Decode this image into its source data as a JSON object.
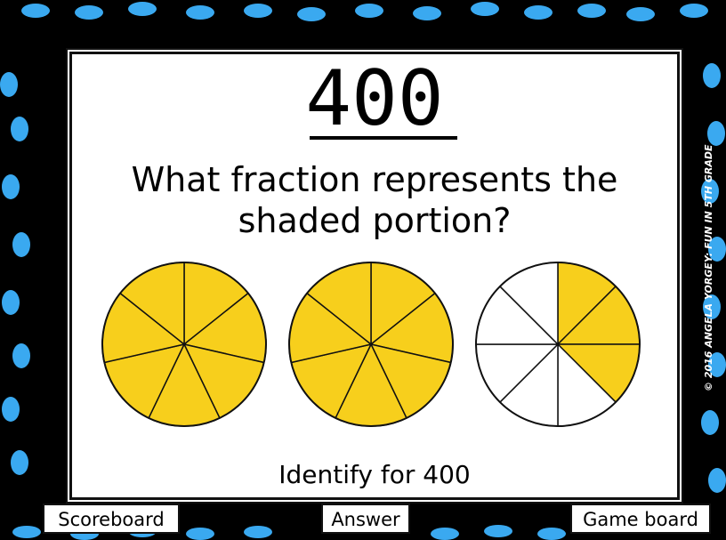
{
  "game": {
    "points": "400",
    "question": "What fraction represents the shaded portion?",
    "footer": "Identify for 400",
    "credit": "© 2016 ANGELA YORGEY: FUN IN 5TH GRADE"
  },
  "circles": [
    {
      "slices": 7,
      "shaded": 7
    },
    {
      "slices": 7,
      "shaded": 7
    },
    {
      "slices": 8,
      "shaded": 3
    }
  ],
  "buttons": {
    "scoreboard": "Scoreboard",
    "answer": "Answer",
    "game_board": "Game board"
  },
  "colors": {
    "background": "#000000",
    "dots": "#3aa9f0",
    "shaded": "#f7cf1c",
    "unshaded": "#ffffff"
  }
}
